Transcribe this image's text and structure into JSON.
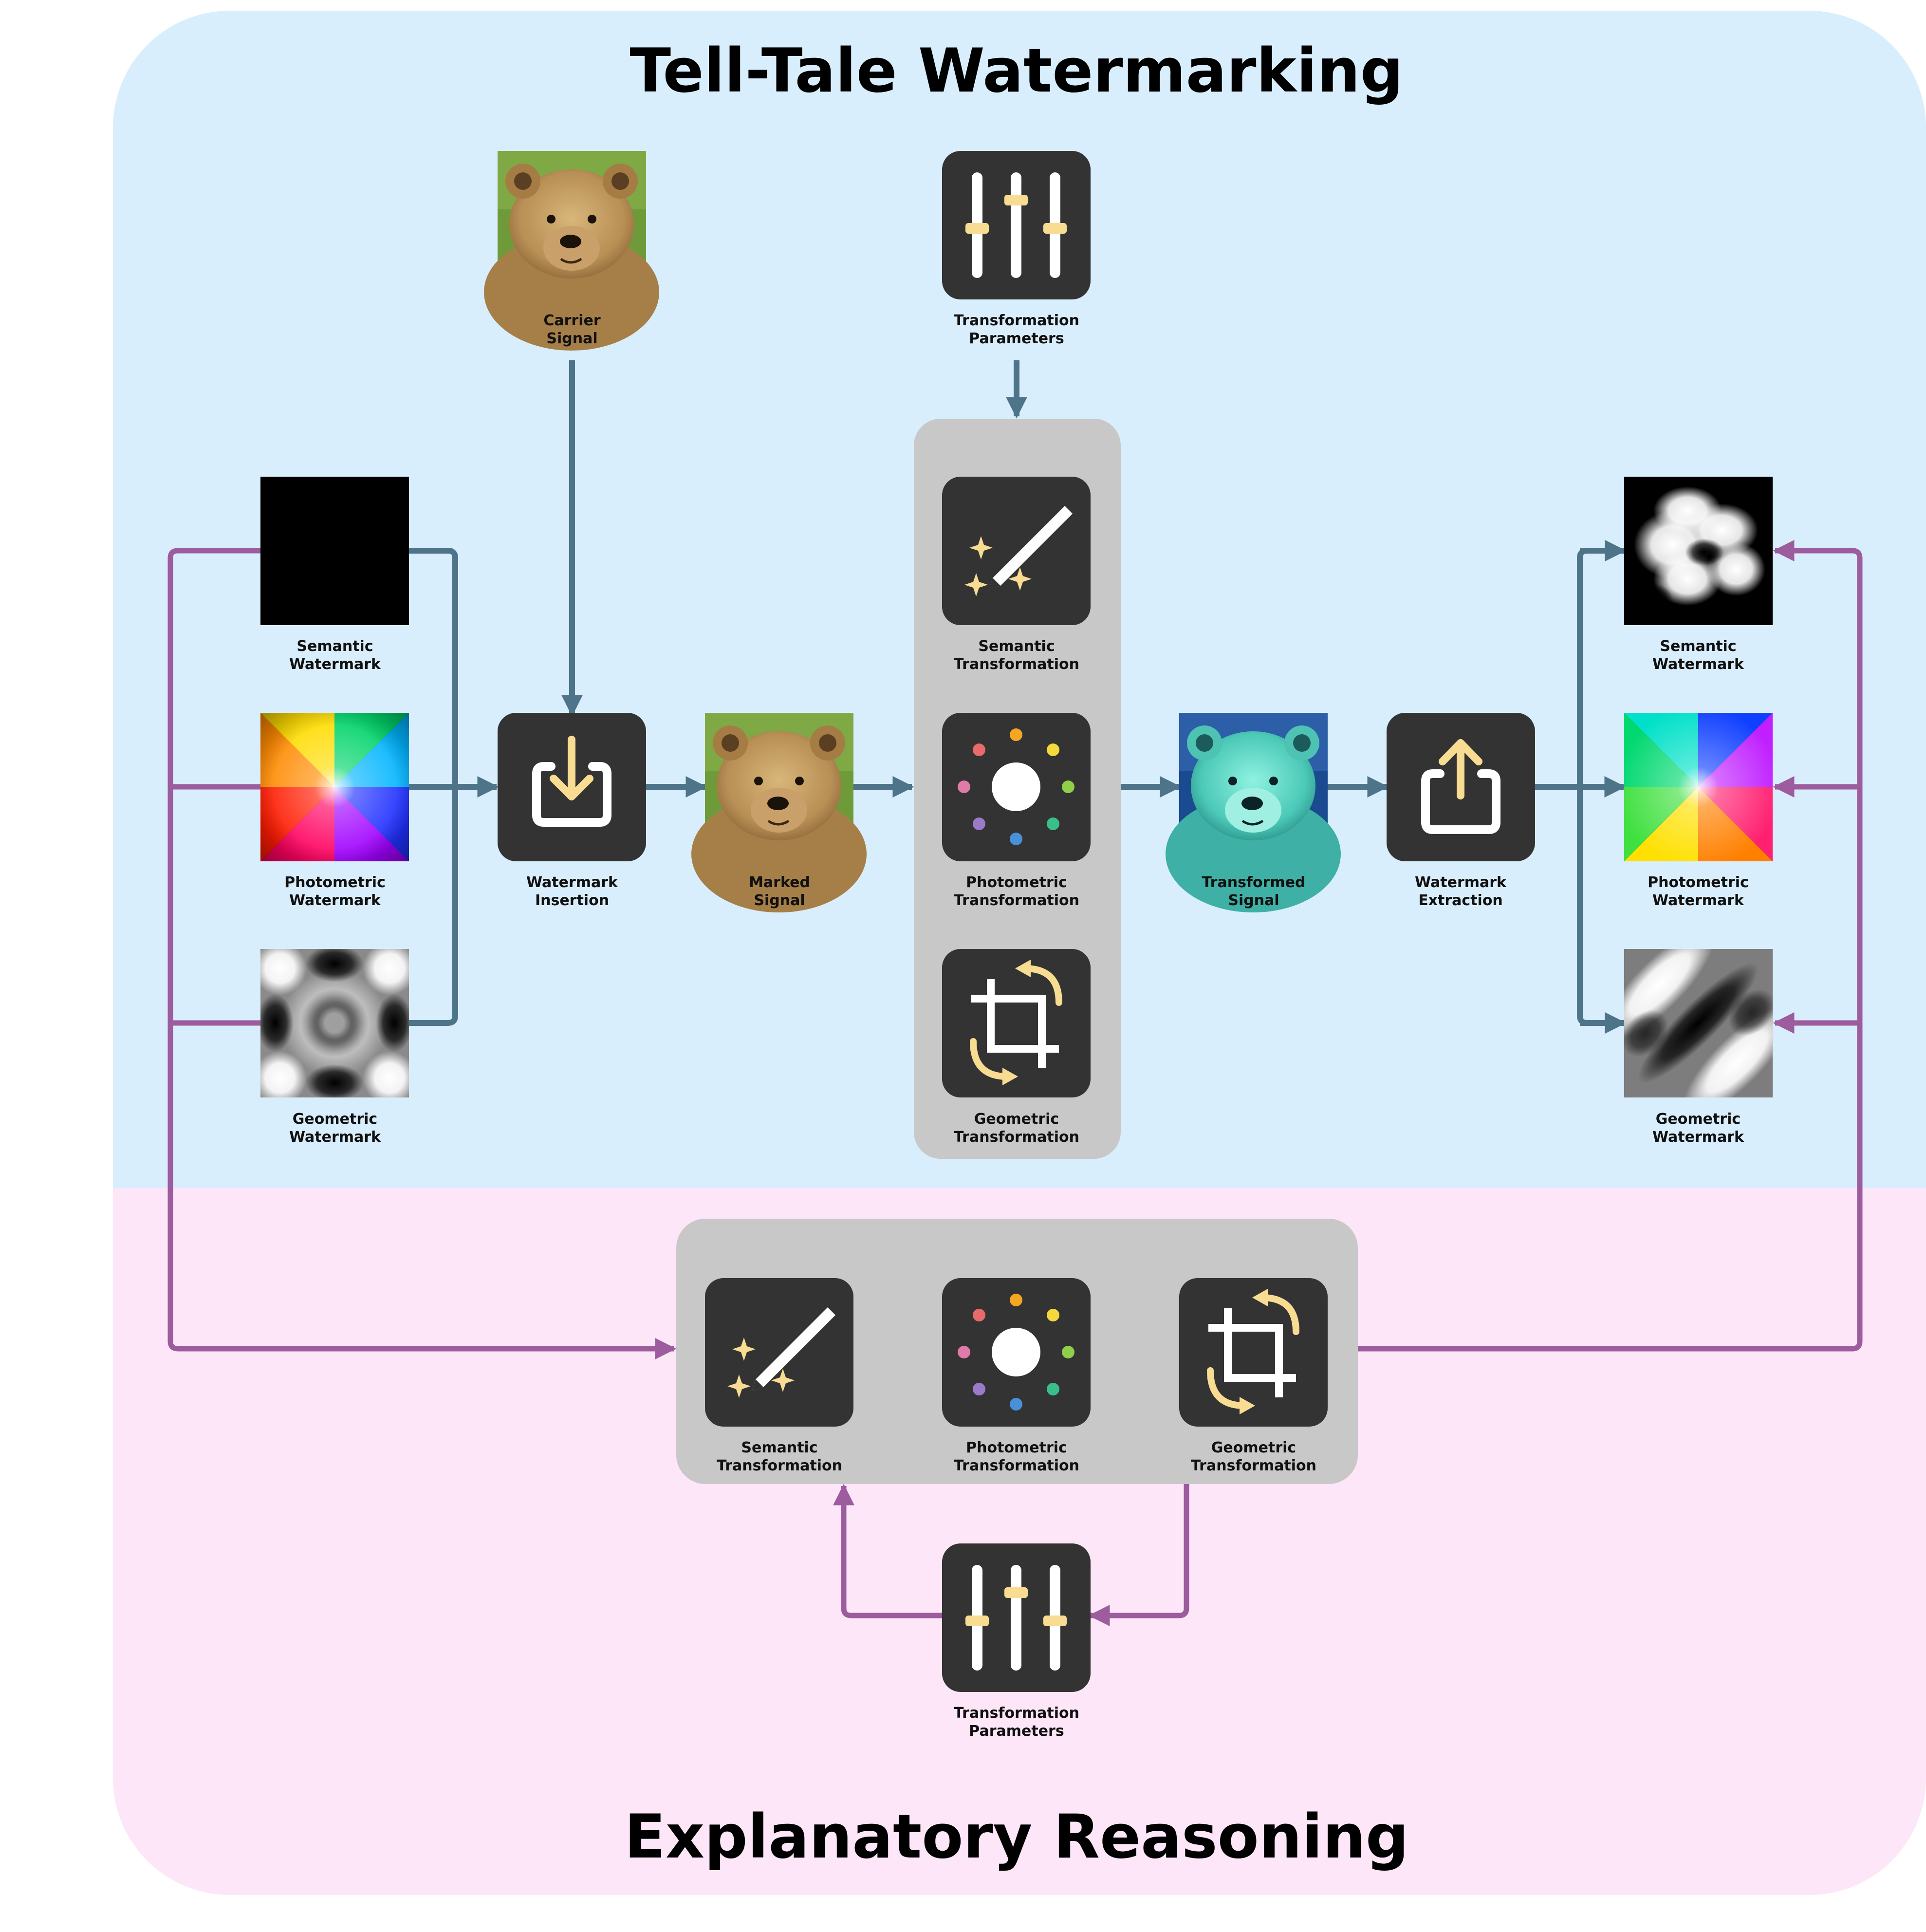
{
  "titles": {
    "top": "Tell-Tale Watermarking",
    "bottom": "Explanatory Reasoning"
  },
  "colors": {
    "top_panel": "#d9eefc",
    "bottom_panel": "#fde6f8",
    "blue_flow": "#4e7489",
    "purple_flow": "#9c5c9e",
    "icon_tile": "#333333",
    "icon_accent": "#f8dc92",
    "group_box": "#c8c8c8"
  },
  "nodes": {
    "carrier_signal": [
      "Carrier",
      "Signal"
    ],
    "transformation_parameters_top": [
      "Transformation",
      "Parameters"
    ],
    "semantic_watermark_in": [
      "Semantic",
      "Watermark"
    ],
    "photometric_watermark_in": [
      "Photometric",
      "Watermark"
    ],
    "geometric_watermark_in": [
      "Geometric",
      "Watermark"
    ],
    "watermark_insertion": [
      "Watermark",
      "Insertion"
    ],
    "marked_signal": [
      "Marked",
      "Signal"
    ],
    "semantic_transformation": [
      "Semantic",
      "Transformation"
    ],
    "photometric_transformation": [
      "Photometric",
      "Transformation"
    ],
    "geometric_transformation": [
      "Geometric",
      "Transformation"
    ],
    "transformed_signal": [
      "Transformed",
      "Signal"
    ],
    "watermark_extraction": [
      "Watermark",
      "Extraction"
    ],
    "semantic_watermark_out": [
      "Semantic",
      "Watermark"
    ],
    "photometric_watermark_out": [
      "Photometric",
      "Watermark"
    ],
    "geometric_watermark_out": [
      "Geometric",
      "Watermark"
    ],
    "semantic_transformation_bottom": [
      "Semantic",
      "Transformation"
    ],
    "photometric_transformation_bottom": [
      "Photometric",
      "Transformation"
    ],
    "geometric_transformation_bottom": [
      "Geometric",
      "Transformation"
    ],
    "transformation_parameters_bottom": [
      "Transformation",
      "Parameters"
    ]
  },
  "icons": {
    "sliders": "sliders-icon",
    "insert": "download-tray-icon",
    "extract": "upload-tray-icon",
    "semantic": "magic-pen-icon",
    "photometric": "color-dots-icon",
    "geometric": "crop-rotate-icon",
    "bear": "bear-photo-icon"
  }
}
